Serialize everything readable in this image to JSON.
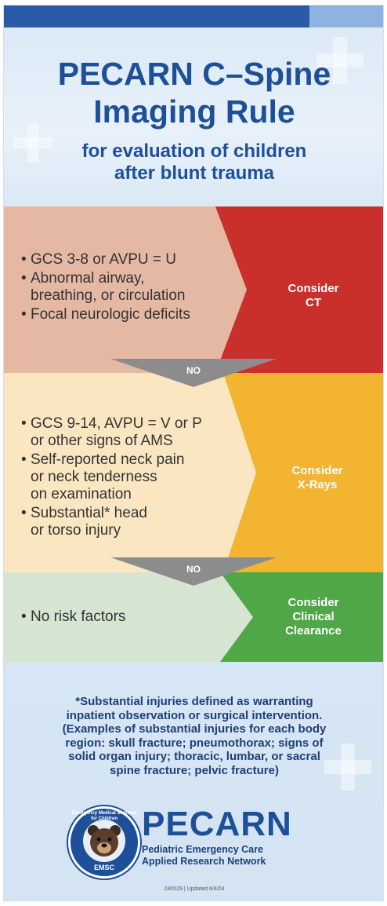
{
  "header": {
    "title_line1": "PECARN C–Spine",
    "title_line2": "Imaging Rule",
    "subtitle_line1": "for evaluation of children",
    "subtitle_line2": "after blunt trauma"
  },
  "steps": [
    {
      "criteria": [
        "GCS 3-8 or AVPU = U",
        "Abnormal airway,\nbreathing, or circulation",
        "Focal neurologic deficits"
      ],
      "action": "Consider\nCT",
      "left_color": "#e5b8a4",
      "right_color": "#c9302c"
    },
    {
      "criteria": [
        "GCS 9-14, AVPU = V or P\nor other signs of AMS",
        "Self-reported neck pain\nor neck tenderness\non examination",
        "Substantial* head\nor torso injury"
      ],
      "action": "Consider\nX-Rays",
      "left_color": "#fbe6c2",
      "right_color": "#f2b431"
    },
    {
      "criteria": [
        "No risk factors"
      ],
      "action": "Consider\nClinical\nClearance",
      "left_color": "#d6e5d1",
      "right_color": "#4fa747"
    }
  ],
  "connectors": [
    "NO",
    "NO"
  ],
  "footnote": "*Substantial injuries defined as warranting\ninpatient observation or surgical intervention.\n(Examples of substantial injuries for each body\nregion: skull fracture; pneumothorax; signs of\nsolid organ injury; thoracic, lumbar, or sacral\nspine fracture; pelvic fracture)",
  "logo": {
    "ring_text": "Emergency Medical Services for Children",
    "badge": "EMSC",
    "name": "PECARN",
    "sub_line1": "Pediatric Emergency Care",
    "sub_line2": "Applied Research Network"
  },
  "updated": "240529 | Updated 6/4/24",
  "colors": {
    "title_blue": "#1e4f99",
    "connector_gray": "#8c8c8c"
  }
}
